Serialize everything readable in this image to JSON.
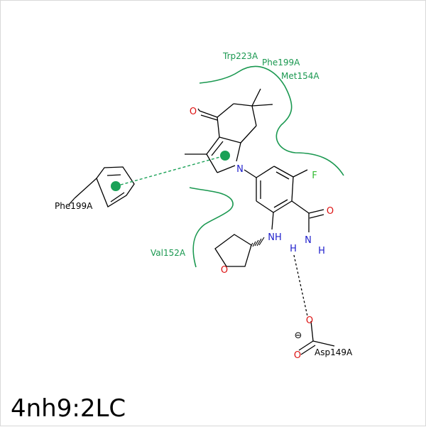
{
  "diagram": {
    "code": "4nh9:2LC",
    "colors": {
      "hydrophobic": "#1a9850",
      "pi_center": "#1aa157",
      "nitrogen": "#2020cc",
      "oxygen": "#dd1111",
      "fluorine": "#33bb33",
      "bond": "#000000"
    },
    "pocket_labels": {
      "trp223": "Trp223A",
      "phe199_top": "Phe199A",
      "met154": "Met154A",
      "val152": "Val152A"
    },
    "residues": {
      "phe199": "Phe199A",
      "asp149": "Asp149A"
    },
    "atoms": {
      "o_ketone": "O",
      "n_pyrrole": "N",
      "f": "F",
      "o_amide": "O",
      "nh_amine": "NH",
      "n_amide": "N",
      "h1": "H",
      "h2": "H",
      "o_thf": "O",
      "o_asp1": "O",
      "o_asp2": "O",
      "charge": "⊖"
    }
  }
}
